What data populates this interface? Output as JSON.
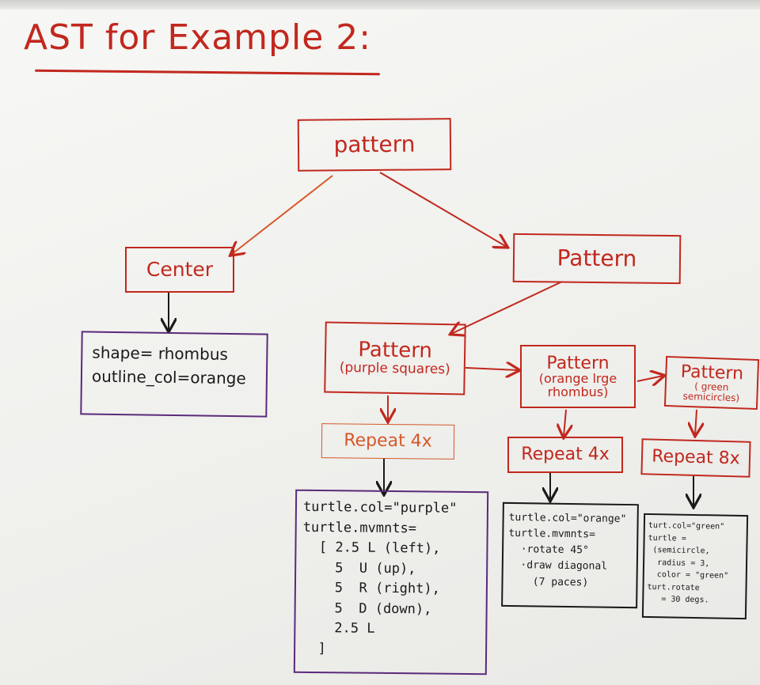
{
  "title": "AST  for  Example 2:",
  "nodes": {
    "root": "pattern",
    "center": "Center",
    "pattern_right": "Pattern",
    "pattern_purple": {
      "label": "Pattern",
      "sub": "(purple squares)"
    },
    "pattern_orange": {
      "label": "Pattern",
      "sub": "(orange lrge rhombus)"
    },
    "pattern_green": {
      "label": "Pattern",
      "sub": "( green semicircles)"
    },
    "repeat_purple": "Repeat 4x",
    "repeat_orange": "Repeat 4x",
    "repeat_green": "Repeat 8x"
  },
  "center_attrs": [
    "shape= rhombus",
    "outline_col=orange"
  ],
  "purple_code": [
    "turtle.col=\"purple\"",
    "turtle.mvmnts=",
    "  [ 2.5 L (left),",
    "    5  U (up),",
    "    5  R (right),",
    "    5  D (down),",
    "    2.5 L",
    "  ]"
  ],
  "orange_code": [
    "turtle.col=\"orange\"",
    "turtle.mvmnts=",
    "  ·rotate 45°",
    "  ·draw diagonal",
    "    (7 paces)"
  ],
  "green_code": [
    "turt.col=\"green\"",
    "turtle =",
    " (semicircle,",
    "  radius = 3,",
    "  color = \"green\"",
    "turt.rotate",
    "   = 30 degs."
  ],
  "colors": {
    "red": "#c1281e",
    "orange": "#d5582a",
    "purple": "#5a2a7a",
    "ink": "#1a1a1a"
  }
}
